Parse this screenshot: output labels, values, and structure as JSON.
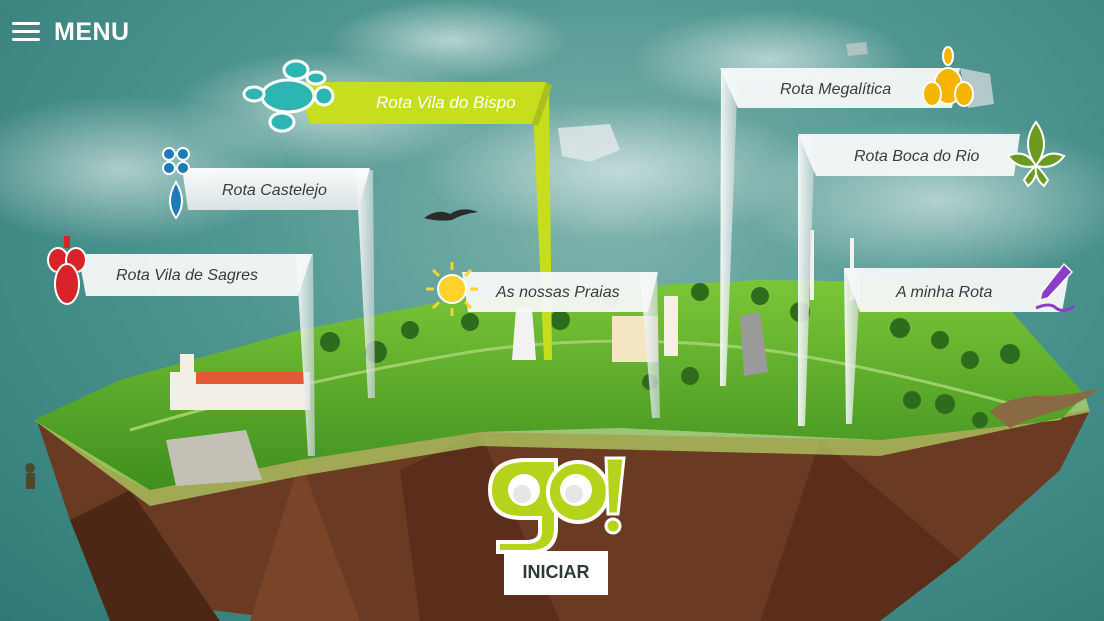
{
  "menu": {
    "label": "MENU"
  },
  "routes": {
    "vila_do_bispo": {
      "label": "Rota Vila do Bispo",
      "color": "#c6de1e"
    },
    "castelejo": {
      "label": "Rota Castelejo",
      "color": "#1f7bb8"
    },
    "vila_de_sagres": {
      "label": "Rota Vila de Sagres",
      "color": "#d8232a"
    },
    "praias": {
      "label": "As nossas Praias",
      "color": "#ffd22e"
    },
    "megalitica": {
      "label": "Rota Megalítica",
      "color": "#f4b400"
    },
    "boca_do_rio": {
      "label": "Rota Boca do Rio",
      "color": "#6a9a1f"
    },
    "minha_rota": {
      "label": "A minha Rota",
      "color": "#8b3ec8"
    }
  },
  "start": {
    "label": "INICIAR",
    "logo_color": "#b5d31a"
  },
  "icons": {
    "menu": "hamburger-icon",
    "vila_do_bispo": "turtle-icon",
    "castelejo": "flower-drop-icon",
    "vila_de_sagres": "red-flower-icon",
    "praias": "sun-icon",
    "megalitica": "yellow-flower-icon",
    "boca_do_rio": "green-leaf-icon",
    "minha_rota": "pen-icon"
  }
}
